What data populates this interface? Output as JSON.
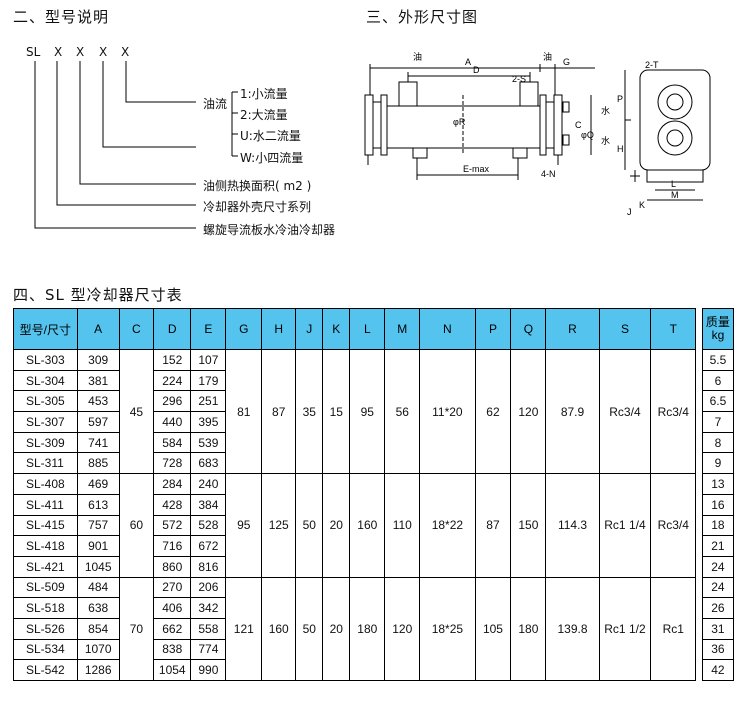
{
  "section2": {
    "title": "二、型号说明",
    "code_letters": [
      "SL",
      "X",
      "X",
      "X",
      "X"
    ],
    "oil_flow_label": "油流",
    "flow_options": [
      "1:小流量",
      "2:大流量",
      "U:水二流量",
      "W:小四流量"
    ],
    "area_label": "油侧热换面积( m2 )",
    "size_label": "冷却器外壳尺寸系列",
    "name_label": "螺旋导流板水冷油冷却器"
  },
  "section3": {
    "title": "三、外形尺寸图",
    "labels": {
      "oil_in": "油",
      "oil_out": "油",
      "A": "A",
      "D": "D",
      "G": "G",
      "two_s": "2-S",
      "phi_R": "φR",
      "C": "C",
      "phi_Q": "φQ",
      "water1": "水",
      "water2": "水",
      "e_max": "E-max",
      "four_n": "4-N",
      "two_t": "2-T",
      "P": "P",
      "H": "H",
      "L": "L",
      "M": "M",
      "J": "J",
      "K": "K"
    }
  },
  "section4": {
    "title": "四、SL 型冷却器尺寸表",
    "headers": [
      "型号/尺寸",
      "A",
      "C",
      "D",
      "E",
      "G",
      "H",
      "J",
      "K",
      "L",
      "M",
      "N",
      "P",
      "Q",
      "R",
      "S",
      "T"
    ],
    "weight_header": [
      "质量",
      "kg"
    ],
    "groups": [
      {
        "C": "45",
        "G": "81",
        "H": "87",
        "J": "35",
        "K": "15",
        "L": "95",
        "M": "56",
        "N": "11*20",
        "P": "62",
        "Q": "120",
        "R": "87.9",
        "S": "Rc3/4",
        "T": "Rc3/4",
        "rows": [
          {
            "model": "SL-303",
            "A": "309",
            "D": "152",
            "E": "107",
            "kg": "5.5"
          },
          {
            "model": "SL-304",
            "A": "381",
            "D": "224",
            "E": "179",
            "kg": "6"
          },
          {
            "model": "SL-305",
            "A": "453",
            "D": "296",
            "E": "251",
            "kg": "6.5"
          },
          {
            "model": "SL-307",
            "A": "597",
            "D": "440",
            "E": "395",
            "kg": "7"
          },
          {
            "model": "SL-309",
            "A": "741",
            "D": "584",
            "E": "539",
            "kg": "8"
          },
          {
            "model": "SL-311",
            "A": "885",
            "D": "728",
            "E": "683",
            "kg": "9"
          }
        ]
      },
      {
        "C": "60",
        "G": "95",
        "H": "125",
        "J": "50",
        "K": "20",
        "L": "160",
        "M": "110",
        "N": "18*22",
        "P": "87",
        "Q": "150",
        "R": "114.3",
        "S": "Rc1 1/4",
        "T": "Rc3/4",
        "rows": [
          {
            "model": "SL-408",
            "A": "469",
            "D": "284",
            "E": "240",
            "kg": "13"
          },
          {
            "model": "SL-411",
            "A": "613",
            "D": "428",
            "E": "384",
            "kg": "16"
          },
          {
            "model": "SL-415",
            "A": "757",
            "D": "572",
            "E": "528",
            "kg": "18"
          },
          {
            "model": "SL-418",
            "A": "901",
            "D": "716",
            "E": "672",
            "kg": "21"
          },
          {
            "model": "SL-421",
            "A": "1045",
            "D": "860",
            "E": "816",
            "kg": "24"
          }
        ]
      },
      {
        "C": "70",
        "G": "121",
        "H": "160",
        "J": "50",
        "K": "20",
        "L": "180",
        "M": "120",
        "N": "18*25",
        "P": "105",
        "Q": "180",
        "R": "139.8",
        "S": "Rc1 1/2",
        "T": "Rc1",
        "rows": [
          {
            "model": "SL-509",
            "A": "484",
            "D": "270",
            "E": "206",
            "kg": "24"
          },
          {
            "model": "SL-518",
            "A": "638",
            "D": "406",
            "E": "342",
            "kg": "26"
          },
          {
            "model": "SL-526",
            "A": "854",
            "D": "662",
            "E": "558",
            "kg": "31"
          },
          {
            "model": "SL-534",
            "A": "1070",
            "D": "838",
            "E": "774",
            "kg": "36"
          },
          {
            "model": "SL-542",
            "A": "1286",
            "D": "1054",
            "E": "990",
            "kg": "42"
          }
        ]
      }
    ]
  },
  "colors": {
    "header_bg": "#54c4ef",
    "line": "#000000"
  }
}
